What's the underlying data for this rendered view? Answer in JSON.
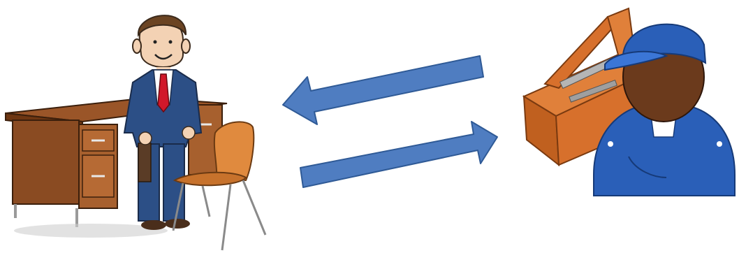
{
  "slide": {
    "title_fragment": "ation"
  },
  "figures": {
    "left": "businessman-at-desk",
    "right": "repairman-with-toolbox"
  },
  "arrows": {
    "top": {
      "direction": "left",
      "color": "#4f7dc1"
    },
    "bottom": {
      "direction": "right",
      "color": "#4f7dc1"
    }
  },
  "colors": {
    "arrow_fill": "#4f7dc1",
    "arrow_stroke": "#2f5a96",
    "desk": "#8a4b22",
    "suit": "#2c4f86",
    "chair": "#e08a3e",
    "cap": "#2a5fb8",
    "toolbox": "#d7702c"
  }
}
